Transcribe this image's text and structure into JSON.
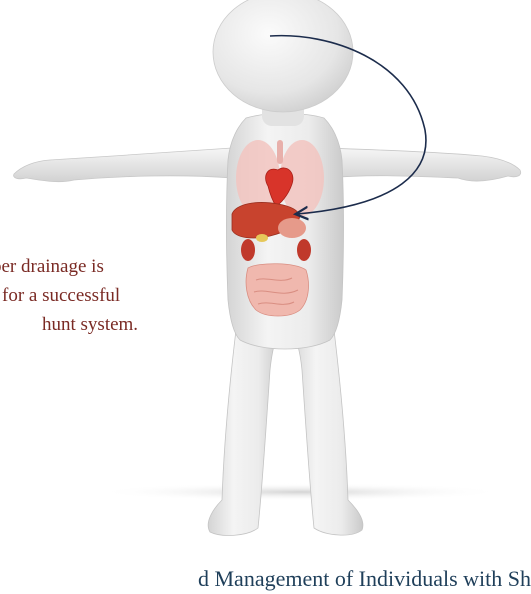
{
  "caption": {
    "line1": "per drainage is",
    "line2": "for a successful",
    "line3": "hunt system."
  },
  "footer": {
    "text": "d Management of Individuals with Sh"
  },
  "colors": {
    "caption": "#7a2a24",
    "footer": "#1f3f5a",
    "arrow": "#1c2c4c",
    "figure": "#ebebeb"
  },
  "icons": [
    "stick-figure",
    "internal-organs",
    "drainage-arrow"
  ]
}
